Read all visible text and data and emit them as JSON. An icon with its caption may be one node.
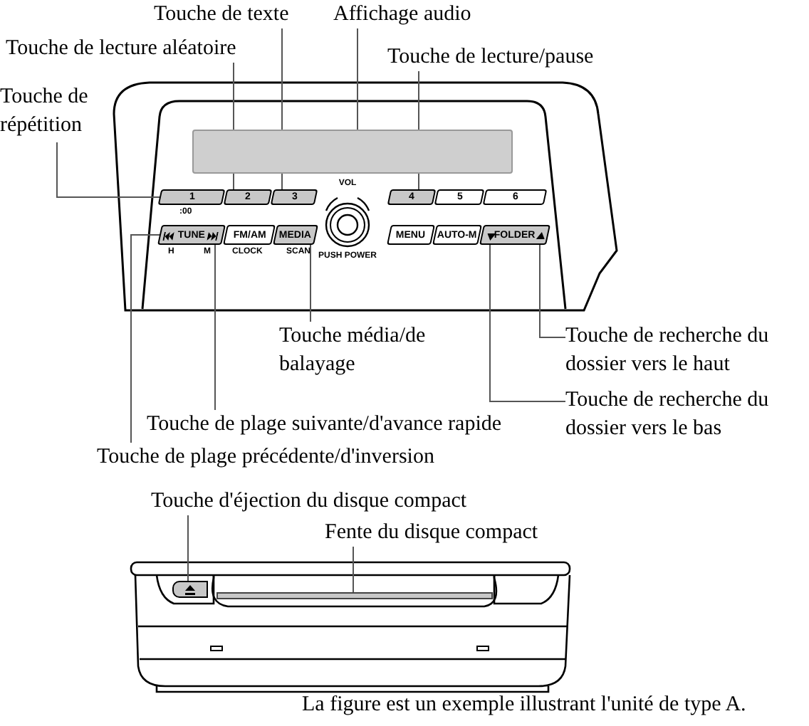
{
  "diagram": {
    "caption": "La figure est un exemple illustrant l'unité de type A.",
    "nodes": [
      {
        "text": [
          "Touche de texte"
        ]
      },
      {
        "text": [
          "Affichage audio"
        ]
      },
      {
        "text": [
          "Touche de lecture aléatoire"
        ]
      },
      {
        "text": [
          "Touche de lecture/pause"
        ]
      },
      {
        "text": [
          "Touche de répétition"
        ]
      },
      {
        "text": [
          "Touche média/de balayage"
        ]
      },
      {
        "text": [
          "Touche de recherche du dossier vers le haut"
        ]
      },
      {
        "text": [
          "Touche de recherche du dossier vers le bas"
        ]
      },
      {
        "text": [
          "Touche de plage suivante/d'avance rapide"
        ]
      },
      {
        "text": [
          "Touche de plage précédente/d'inversion"
        ]
      },
      {
        "text": [
          "Touche d'éjection du disque compact"
        ]
      },
      {
        "text": [
          "Fente du disque compact"
        ]
      },
      {
        "text": [],
        "shape": "box"
      },
      {
        "text": [
          "1"
        ],
        "beside": [
          ":00"
        ]
      },
      {
        "text": [
          "2"
        ]
      },
      {
        "text": [
          "3"
        ]
      },
      {
        "text": [
          "4"
        ]
      },
      {
        "text": [
          "5"
        ]
      },
      {
        "text": [
          "6"
        ]
      },
      {
        "text": [
          "TUNE"
        ],
        "beside": [
          "H",
          "M"
        ]
      },
      {
        "text": [],
        "shape": "triangle",
        "in": 19
      },
      {
        "text": [],
        "shape": "triangle",
        "in": 19
      },
      {
        "text": [
          "FM/AM"
        ],
        "beside": [
          "CLOCK"
        ]
      },
      {
        "text": [
          "MEDIA"
        ],
        "beside": [
          "SCAN"
        ]
      },
      {
        "text": [
          "VOL",
          "PUSH POWER"
        ]
      },
      {
        "text": [
          "MENU"
        ]
      },
      {
        "text": [
          "AUTO-M"
        ]
      },
      {
        "text": [
          "FOLDER"
        ]
      },
      {
        "text": [],
        "shape": "triangle",
        "in": 27
      },
      {
        "text": [],
        "shape": "triangle",
        "in": 27
      },
      {
        "text": [],
        "shape": "box"
      },
      {
        "text": [],
        "shape": "bar"
      }
    ],
    "edges": [
      {
        "from": 0,
        "to": 15,
        "arrow": "none"
      },
      {
        "from": 1,
        "to": 12,
        "arrow": "none"
      },
      {
        "from": 2,
        "to": 14,
        "arrow": "none"
      },
      {
        "from": 3,
        "to": 16,
        "arrow": "none"
      },
      {
        "from": 4,
        "to": 13,
        "arrow": "none"
      },
      {
        "from": 5,
        "to": 23,
        "arrow": "none"
      },
      {
        "from": 6,
        "to": 29,
        "arrow": "none"
      },
      {
        "from": 7,
        "to": 28,
        "arrow": "none"
      },
      {
        "from": 8,
        "to": 21,
        "arrow": "none"
      },
      {
        "from": 9,
        "to": 20,
        "arrow": "none"
      },
      {
        "from": 10,
        "to": 30,
        "arrow": "none"
      },
      {
        "from": 11,
        "to": 31,
        "arrow": "none"
      }
    ]
  }
}
